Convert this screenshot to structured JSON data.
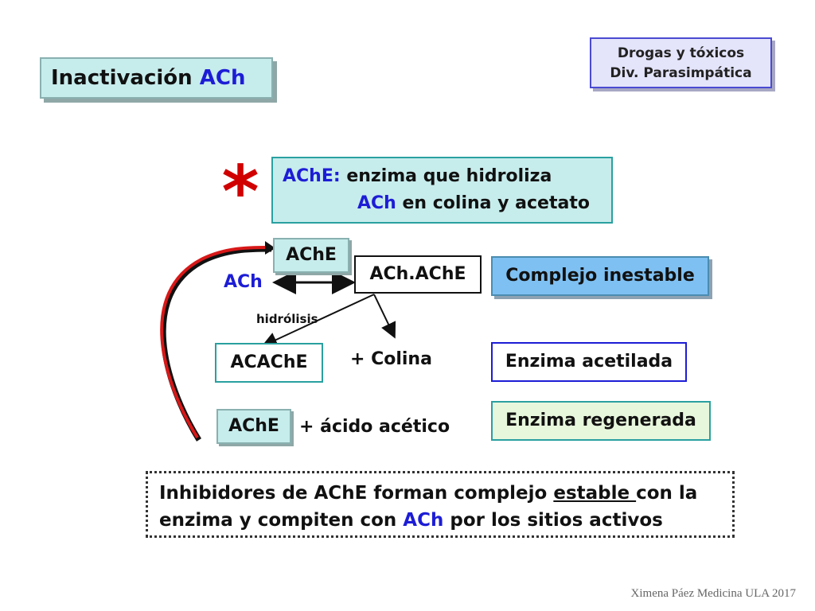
{
  "title": {
    "prefix": "Inactivación",
    "highlight": "ACh"
  },
  "tag": {
    "line1": "Drogas y tóxicos",
    "line2": "Div. Parasimpática"
  },
  "star": "*",
  "definition": {
    "line1_strong": "AChE:",
    "line1_rest": " enzima que hidroliza",
    "line2_strong": "ACh",
    "line2_rest": " en colina y acetato"
  },
  "diagram": {
    "ache_top": "AChE",
    "ach": "ACh",
    "complex": "ACh.AChE",
    "hydrolysis": "hidrólisis",
    "acache": "ACAChE",
    "colina": "+ Colina",
    "ache_bottom": "AChE",
    "acetico": "+ ácido acético"
  },
  "labels": {
    "inestable": "Complejo inestable",
    "acetilada": "Enzima acetilada",
    "regenerada": "Enzima regenerada"
  },
  "note": {
    "part1": "Inhibidores de AChE forman complejo ",
    "underlined": "estable ",
    "part2": "con la",
    "part3": "enzima y compiten con ",
    "blue": "ACh",
    "part4": " por los sitios activos"
  },
  "footer": "Ximena Páez Medicina ULA 2017",
  "colors": {
    "accent_blue": "#1d1dd6",
    "star_red": "#d10000",
    "teal_fill": "#c7ecec",
    "blue_fill": "#7ec0f2"
  }
}
